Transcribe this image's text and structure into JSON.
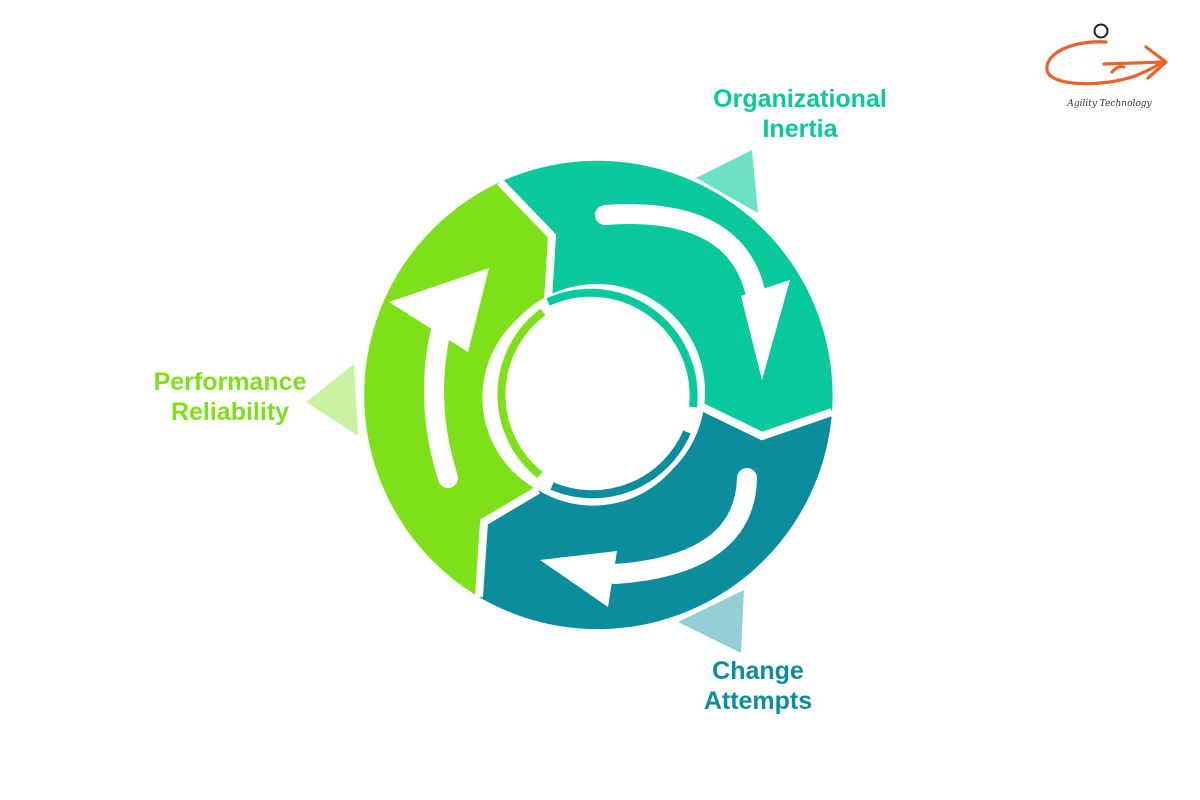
{
  "labels": {
    "organizational_inertia": {
      "line1": "Organizational",
      "line2": "Inertia"
    },
    "performance_reliability": {
      "line1": "Performance",
      "line2": "Reliability"
    },
    "change_attempts": {
      "line1": "Change",
      "line2": "Attempts"
    }
  },
  "logo": {
    "caption": "Agility Technology"
  },
  "colors": {
    "inertia": "#07c99b",
    "inertia_pointer": "#6de0c5",
    "performance": "#7ee019",
    "performance_pointer": "#caf2a3",
    "change": "#0b8d9d",
    "change_pointer": "#94cfd6",
    "logo": "#e9622a",
    "arrow": "#ffffff"
  }
}
